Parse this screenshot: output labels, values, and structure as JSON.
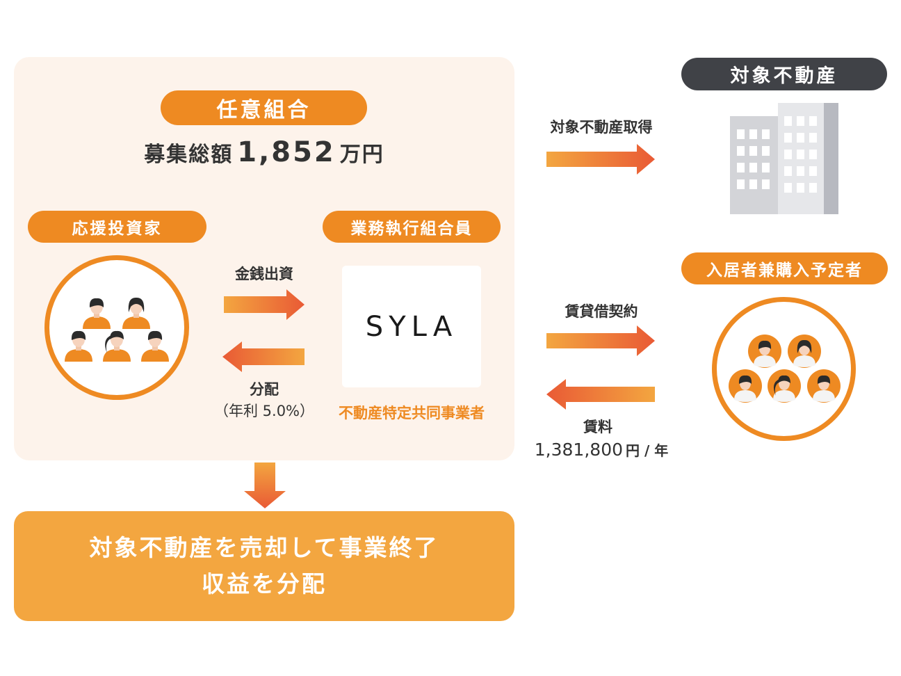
{
  "union": {
    "title": "任意組合",
    "raise_label": "募集総額",
    "raise_amount": "1,852",
    "raise_unit": "万円"
  },
  "investors": {
    "title": "応援投資家"
  },
  "executive": {
    "title": "業務執行組合員",
    "logo_text": "SYLA",
    "caption": "不動産特定共同事業者"
  },
  "flows": {
    "investment": "金銭出資",
    "distribution_label": "分配",
    "distribution_rate": "（年利 5.0%）",
    "acquisition": "対象不動産取得",
    "lease": "賃貸借契約",
    "rent_label": "賃料",
    "rent_amount": "1,381,800",
    "rent_unit": "円 / 年"
  },
  "property": {
    "title": "対象不動産"
  },
  "tenants": {
    "title": "入居者兼購入予定者"
  },
  "result": {
    "line1": "対象不動産を売却して事業終了",
    "line2": "収益を分配"
  },
  "colors": {
    "orange": "#ee8a22",
    "dark": "#404247",
    "panel": "#fdf3eb",
    "result": "#f3a640",
    "arrow_light": "#f3a640",
    "arrow_dark": "#e95a35"
  }
}
